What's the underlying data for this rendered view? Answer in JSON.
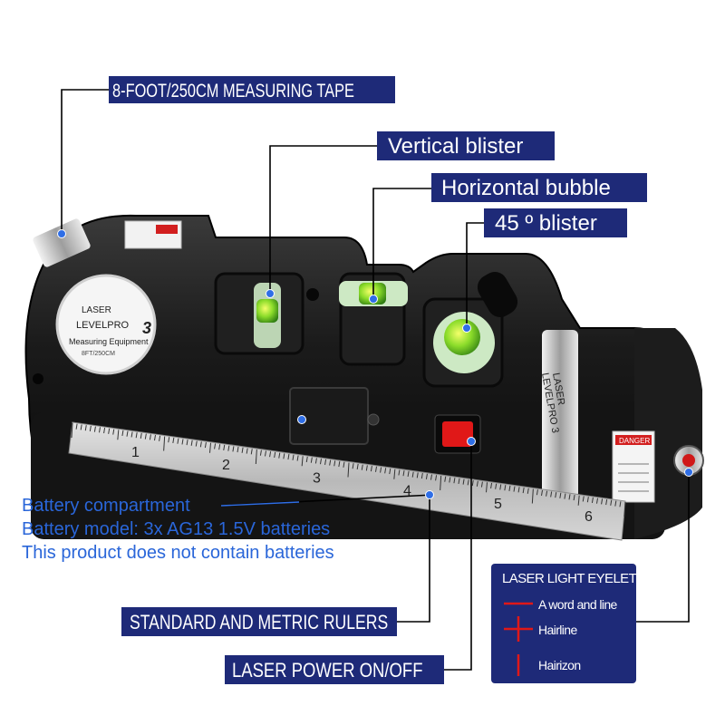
{
  "callouts": {
    "measuring_tape": "8-FOOT/250CM MEASURING TAPE",
    "vertical_blister": "Vertical blister",
    "horizontal_bubble": "Horizontal bubble",
    "blister_45": "45 º blister",
    "rulers": "STANDARD AND METRIC RULERS",
    "power": "LASER POWER ON/OFF"
  },
  "battery": {
    "line1": "Battery compartment",
    "line2": "Battery model: 3x AG13 1.5V  batteries",
    "line3": "This product does not contain batteries"
  },
  "legend": {
    "title": "LASER LIGHT EYELET",
    "items": [
      "A word and line",
      "Hairline",
      "Hairizon"
    ]
  },
  "device": {
    "badge_line1": "LASER",
    "badge_line2": "LEVELPRO",
    "badge_num": "3",
    "badge_line3": "Measuring Equipment",
    "badge_line4": "8FT/250CM",
    "side_line1": "LASER",
    "side_line2": "LEVELPRO 3",
    "danger": "DANGER",
    "ruler_numbers": [
      "1",
      "2",
      "3",
      "4",
      "5",
      "6"
    ]
  },
  "colors": {
    "label_bg": "#1e2a78",
    "label_text": "#ffffff",
    "battery_text": "#2a66d9",
    "bubble": "#8bdc2a",
    "switch_red": "#e01818",
    "marker_blue": "#2f6ee6"
  }
}
